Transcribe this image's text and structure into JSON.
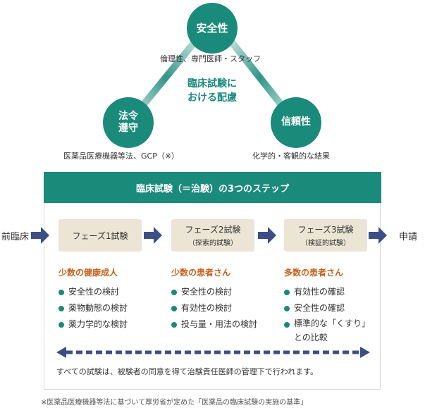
{
  "top": {
    "circle_safety": "安全性",
    "circle_law": "法令\n遵守",
    "circle_trust": "信頼性",
    "center_title": "臨床試験に\nおける配慮",
    "cap_safety": "倫理性、専門医師・スタッフ",
    "cap_law": "医薬品医療機器等法、GCP（※）",
    "cap_trust": "化学的・客観的な結果"
  },
  "banner": "臨床試験（＝治験）の3つのステップ",
  "side": {
    "left": "前臨床",
    "right": "申請"
  },
  "phases": [
    {
      "title": "フェーズ1試験",
      "sub": ""
    },
    {
      "title": "フェーズ2試験",
      "sub": "（探索的試験）"
    },
    {
      "title": "フェーズ3試験",
      "sub": "（検証的試験）"
    }
  ],
  "columns": [
    {
      "head": "少数の健康成人",
      "items": [
        "安全性の検討",
        "薬物動態の検討",
        "薬力学的な検討"
      ]
    },
    {
      "head": "少数の患者さん",
      "items": [
        "安全性の検討",
        "有効性の検討",
        "投与量・用法の検討"
      ]
    },
    {
      "head": "多数の患者さん",
      "items": [
        "有効性の確認",
        "安全性の確認",
        "標準的な「くすり」\nとの比較"
      ]
    }
  ],
  "note": "すべての試験は、被験者の同意を得て治験責任医師の管理下で行われます。",
  "footnote": "※医薬品医療機器等法に基づいて厚労省が定めた「医薬品の臨床試験の実施の基準」",
  "colors": {
    "teal": "#1a8a7a",
    "orange": "#c8601a",
    "navy": "#3d4e86",
    "beige": "#ece5d5"
  }
}
